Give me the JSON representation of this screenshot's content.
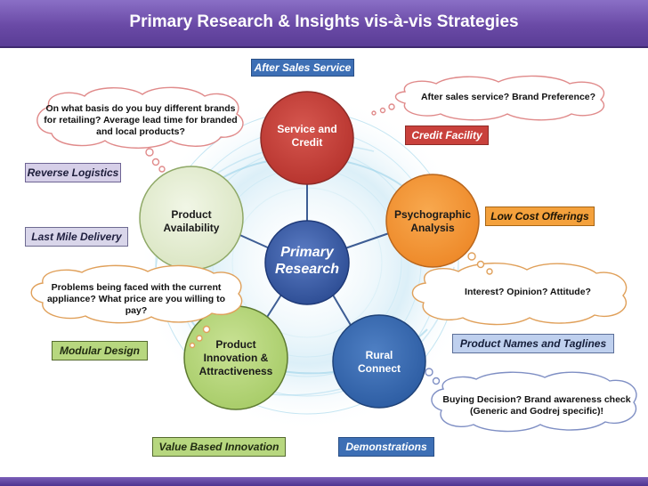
{
  "title": "Primary Research & Insights vis-à-vis Strategies",
  "center": {
    "line1": "Primary",
    "line2": "Research"
  },
  "nodes": {
    "service": {
      "line1": "Service and",
      "line2": "Credit"
    },
    "product_availability": {
      "line1": "Product",
      "line2": "Availability"
    },
    "psychographic": {
      "line1": "Psychographic",
      "line2": "Analysis"
    },
    "product_innovation": {
      "line1": "Product",
      "line2": "Innovation &",
      "line3": "Attractiveness"
    },
    "rural": {
      "line1": "Rural",
      "line2": "Connect"
    }
  },
  "tags": {
    "after_sales": "After Sales Service",
    "credit_facility": "Credit Facility",
    "reverse_logistics": "Reverse Logistics",
    "low_cost": "Low Cost Offerings",
    "last_mile": "Last Mile Delivery",
    "modular_design": "Modular Design",
    "product_names": "Product Names and Taglines",
    "value_based": "Value Based Innovation",
    "demonstrations": "Demonstrations"
  },
  "clouds": {
    "brands": {
      "line1": "On what basis do you buy different brands",
      "line2": "for retailing? Average lead time for branded",
      "line3": "and local products?"
    },
    "after_sales_q": "After sales service? Brand Preference?",
    "problems": {
      "line1": "Problems being faced with the current",
      "line2": "appliance? What price are you willing to",
      "line3": "pay?"
    },
    "interest": "Interest? Opinion? Attitude?",
    "buying": {
      "line1": "Buying Decision? Brand awareness check",
      "line2": "(Generic and Godrej specific)!"
    }
  },
  "colors": {
    "title_bar": "#6a4aa6",
    "service": "#c9413c",
    "availability": "#e3ecd2",
    "psychographic": "#f4973a",
    "innovation": "#b7d77f",
    "rural": "#3d6fb5",
    "center": "#3d5da8"
  }
}
